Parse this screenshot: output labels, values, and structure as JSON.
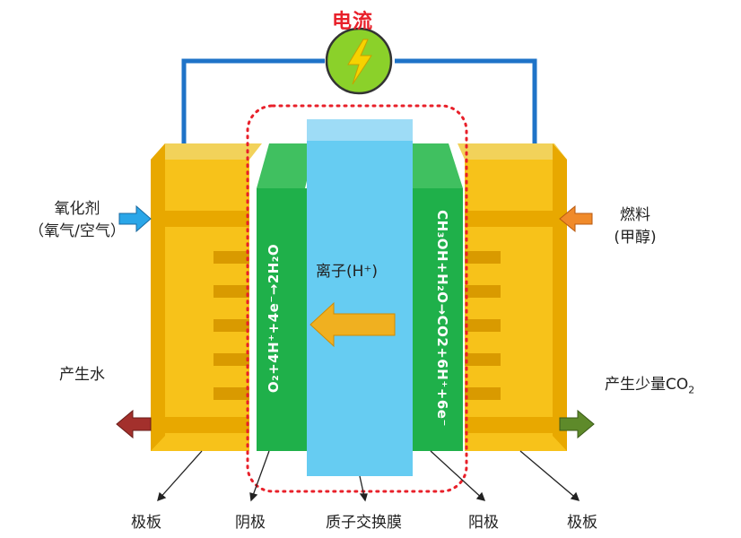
{
  "title": "电流",
  "labels": {
    "oxidant_line1": "氧化剂",
    "oxidant_line2": "（氧气/空气）",
    "fuel_line1": "燃料",
    "fuel_line2": "(甲醇)",
    "water": "产生水",
    "co2": "产生少量CO",
    "co2_sub": "2",
    "ion": "离子(H⁺)"
  },
  "reactions": {
    "cathode": "O₂+4H⁺+4e⁻→2H₂O",
    "anode": "CH₃OH+H₂O→CO2+6H⁺+6e⁻"
  },
  "bottom_labels": {
    "plate_left": "极板",
    "cathode": "阴极",
    "membrane": "质子交换膜",
    "anode": "阳极",
    "plate_right": "极板"
  },
  "colors": {
    "plate": "#f7c21a",
    "plate_shade": "#e8a800",
    "electrode": "#1fb04a",
    "membrane": "#66ccf2",
    "wire": "#1e73c8",
    "bolt_circle": "#8bd12a",
    "bolt": "#f7d200",
    "dotted": "#e8202a",
    "arrow_in": "#2aa6e8",
    "arrow_fuel": "#f08a2a",
    "arrow_water": "#a3302c",
    "arrow_co2": "#5e8a2a"
  }
}
